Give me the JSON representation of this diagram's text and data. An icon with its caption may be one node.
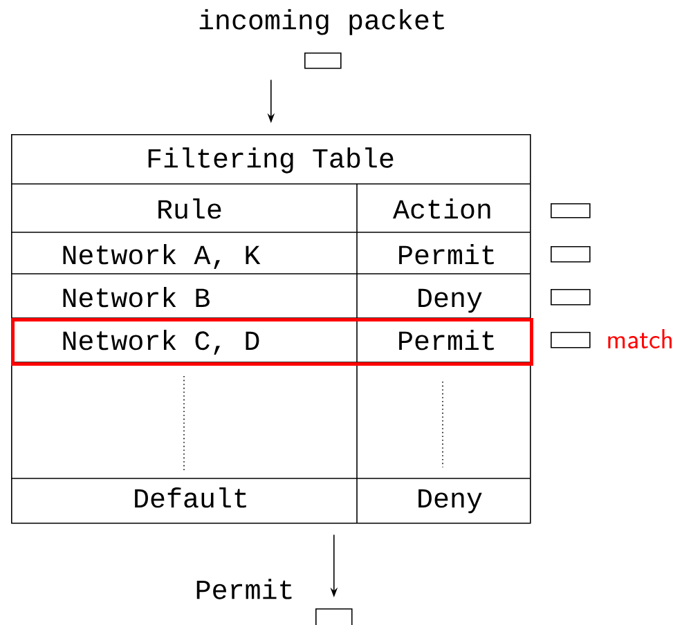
{
  "diagram": {
    "nodes": [
      {
        "text": [],
        "shape": "box",
        "beside": [
          "incoming packet"
        ]
      },
      {
        "text": [
          "Filtering Table"
        ]
      },
      {
        "text": [],
        "shape": "box",
        "in": 1
      },
      {
        "text": [],
        "shape": "box"
      },
      {
        "text": [],
        "shape": "box"
      },
      {
        "text": [],
        "shape": "box"
      },
      {
        "text": [],
        "shape": "box",
        "beside": [
          "match"
        ]
      },
      {
        "text": [],
        "shape": "box",
        "beside": [
          "Permit"
        ]
      }
    ],
    "edges": [
      {
        "from": 0,
        "to": 1,
        "arrow": "to"
      },
      {
        "from": 1,
        "to": 7,
        "arrow": "to"
      }
    ],
    "labels": [
      "Rule",
      "Action",
      "Network A, K",
      "Permit",
      "Network B",
      "Deny",
      "Network C, D",
      "Permit",
      "Default",
      "Deny"
    ]
  }
}
